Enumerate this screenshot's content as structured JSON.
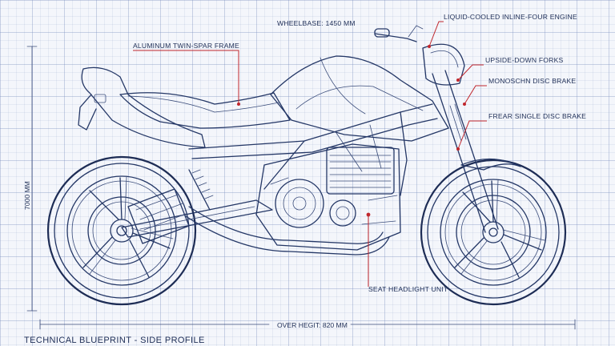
{
  "callouts": {
    "frame": "ALUMINUM TWIN-SPAR FRAME",
    "wheelbase": "WHEELBASE: 1450 MM",
    "engine": "LIQUID-COOLED INLINE-FOUR ENGINE",
    "forks": "UPSIDE-DOWN FORKS",
    "front_brake": "MONOSCHN DISC BRAKE",
    "rear_brake": "FREAR SINGLE DISC BRAKE",
    "seat_unit": "SEAT HEADLIGHT UNIT"
  },
  "dimensions": {
    "height": "7000 MM",
    "overall": "OVER HEGIT: 820 MM"
  },
  "footer": {
    "title": "TECHNICAL BLUEPRINT - SIDE PROFILE"
  },
  "colors": {
    "ink": "#243766",
    "accent": "#c0262c",
    "paper": "#f4f6fb"
  }
}
